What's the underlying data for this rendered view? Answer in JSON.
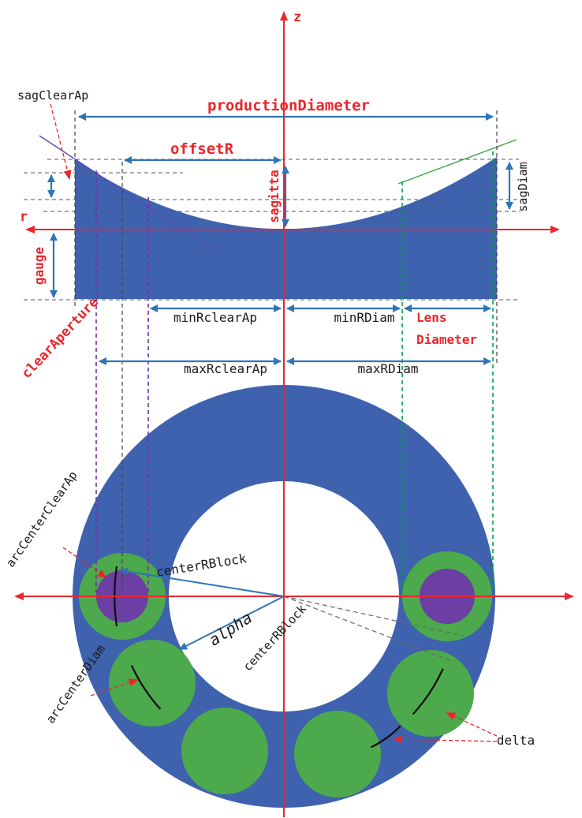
{
  "figure": {
    "axis": {
      "z": "z",
      "r": "r"
    },
    "cs": {
      "productionDiameter": "productionDiameter",
      "offsetR": "offsetR",
      "sagitta": "sagitta",
      "sagClearAp": "sagClearAp",
      "sagDiam": "sagDiam",
      "gauge": "gauge",
      "minRclearAp": "minRclearAp",
      "minRDiam": "minRDiam",
      "lensDiameter1": "Lens",
      "lensDiameter2": "Diameter",
      "maxRclearAp": "maxRclearAp",
      "maxRDiam": "maxRDiam",
      "clearAperture": "clearAperture"
    },
    "plan": {
      "arcCenterClearAp": "arcCenterClearAp",
      "centerRBlockUpper": "centerRBlock",
      "alpha": "alpha",
      "centerRBlockLower": "centerRBlock",
      "arcCenterDiam": "arcCenterDiam",
      "delta": "delta"
    },
    "colors": {
      "lens_body_blue": "#3E62AE",
      "axis_red": "#E8262C",
      "measure_arrow_blue": "#2E75B6",
      "ball_green": "#4CA94C",
      "aperture_purple": "#6B3FA3",
      "guide_purple_dash": "#7030A0",
      "guide_green_dash": "#00A14B",
      "tangent_purple": "#5B49BE",
      "tangent_green": "#3FA54B"
    }
  }
}
